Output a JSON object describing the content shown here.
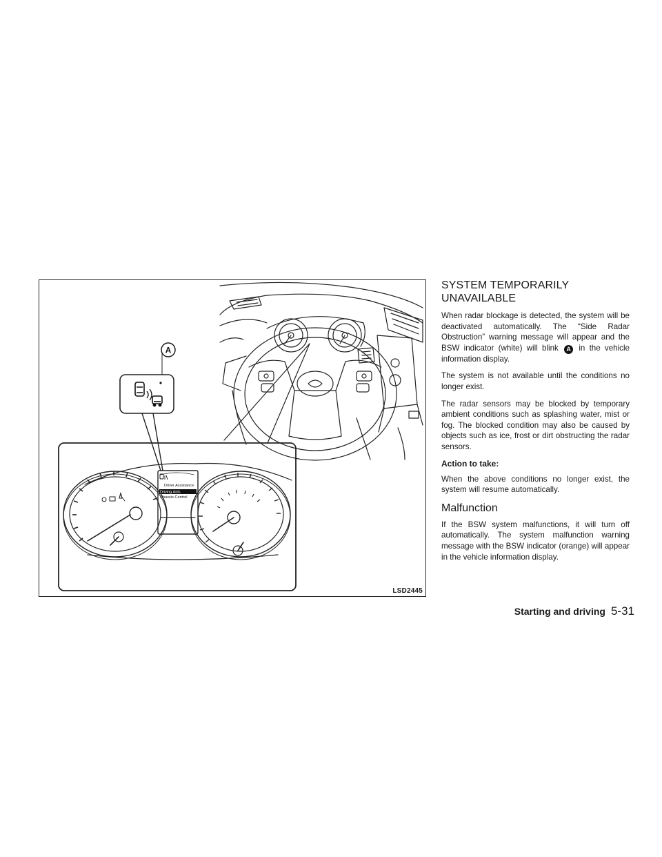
{
  "figure": {
    "code": "LSD2445",
    "callout_label": "A",
    "menu": {
      "header": "Driver Assistance",
      "items": [
        "Driving Aids",
        "Chassis Control"
      ],
      "selected_index": 0
    }
  },
  "sections": {
    "temporarily_unavailable": {
      "heading_line1": "SYSTEM TEMPORARILY",
      "heading_line2": "UNAVAILABLE",
      "p1_before": "When radar blockage is detected, the system will be deactivated automatically. The “Side Radar Obstruction” warning message will appear and the BSW indicator (white) will blink",
      "p1_callout": "A",
      "p1_after": "in the vehicle information display.",
      "p2": "The system is not available until the conditions no longer exist.",
      "p3": "The radar sensors may be blocked by temporary ambient conditions such as splashing water, mist or fog. The blocked condition may also be caused by objects such as ice, frost or dirt obstructing the radar sensors.",
      "action_heading": "Action to take:",
      "p4": "When the above conditions no longer exist, the system will resume automatically."
    },
    "malfunction": {
      "heading": "Malfunction",
      "p1": "If the BSW system malfunctions, it will turn off automatically. The system malfunction warning message with the BSW indicator (orange) will appear in the vehicle information display."
    }
  },
  "footer": {
    "section": "Starting and driving",
    "page": "5-31"
  }
}
